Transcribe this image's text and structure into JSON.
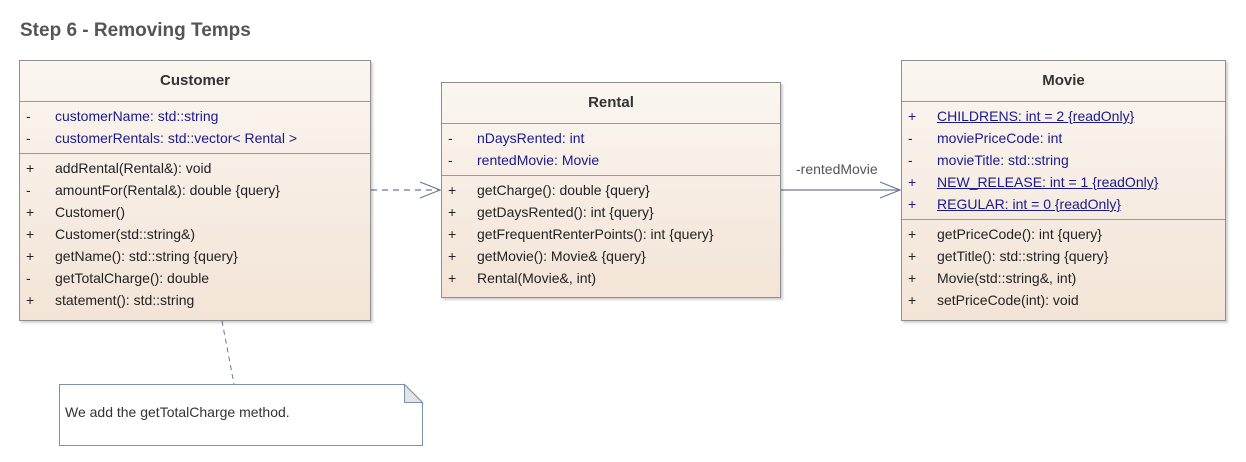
{
  "title": "Step 6 - Removing Temps",
  "classes": {
    "customer": {
      "name": "Customer",
      "attributes": [
        {
          "vis": "-",
          "text": "customerName: std::string"
        },
        {
          "vis": "-",
          "text": "customerRentals: std::vector< Rental >"
        }
      ],
      "operations": [
        {
          "vis": "+",
          "text": "addRental(Rental&): void"
        },
        {
          "vis": "-",
          "text": "amountFor(Rental&): double {query}"
        },
        {
          "vis": "+",
          "text": "Customer()"
        },
        {
          "vis": "+",
          "text": "Customer(std::string&)"
        },
        {
          "vis": "+",
          "text": "getName(): std::string {query}"
        },
        {
          "vis": "-",
          "text": "getTotalCharge(): double"
        },
        {
          "vis": "+",
          "text": "statement(): std::string"
        }
      ]
    },
    "rental": {
      "name": "Rental",
      "attributes": [
        {
          "vis": "-",
          "text": "nDaysRented: int"
        },
        {
          "vis": "-",
          "text": "rentedMovie: Movie"
        }
      ],
      "operations": [
        {
          "vis": "+",
          "text": "getCharge(): double {query}"
        },
        {
          "vis": "+",
          "text": "getDaysRented(): int {query}"
        },
        {
          "vis": "+",
          "text": "getFrequentRenterPoints(): int {query}"
        },
        {
          "vis": "+",
          "text": "getMovie(): Movie& {query}"
        },
        {
          "vis": "+",
          "text": "Rental(Movie&, int)"
        }
      ]
    },
    "movie": {
      "name": "Movie",
      "attributes": [
        {
          "vis": "+",
          "text": "CHILDRENS: int = 2 {readOnly}",
          "static": true
        },
        {
          "vis": "-",
          "text": "moviePriceCode: int",
          "static": false
        },
        {
          "vis": "-",
          "text": "movieTitle: std::string",
          "static": false
        },
        {
          "vis": "+",
          "text": "NEW_RELEASE: int = 1 {readOnly}",
          "static": true
        },
        {
          "vis": "+",
          "text": "REGULAR: int = 0 {readOnly}",
          "static": true
        }
      ],
      "operations": [
        {
          "vis": "+",
          "text": "getPriceCode(): int {query}"
        },
        {
          "vis": "+",
          "text": "getTitle(): std::string {query}"
        },
        {
          "vis": "+",
          "text": "Movie(std::string&, int)"
        },
        {
          "vis": "+",
          "text": "setPriceCode(int): void"
        }
      ]
    }
  },
  "association": {
    "label": "-rentedMovie"
  },
  "note": {
    "text": "We add the getTotalCharge method."
  },
  "colors": {
    "attribute_text": "#1a1a8c",
    "class_fill_top": "#fbf6f1",
    "class_fill_bottom": "#f3e4d6",
    "connector": "#6c7a94"
  }
}
